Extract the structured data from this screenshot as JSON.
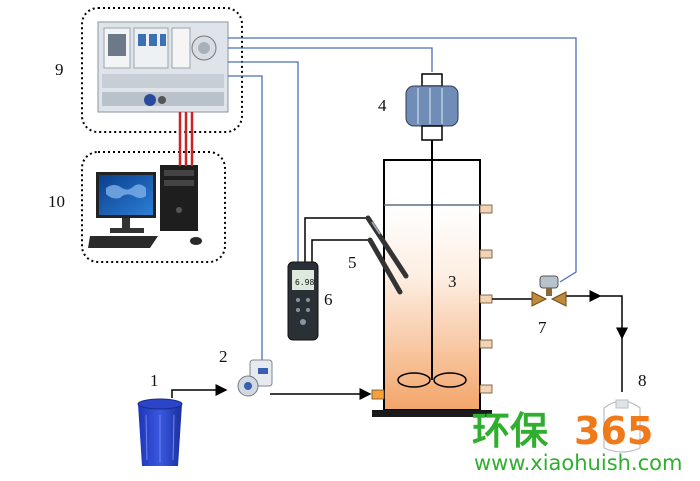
{
  "labels": {
    "l1": "1",
    "l2": "2",
    "l3": "3",
    "l4": "4",
    "l5": "5",
    "l6": "6",
    "l7": "7",
    "l8": "8",
    "l9": "9",
    "l10": "10"
  },
  "meter_display": "6.98",
  "watermark": {
    "brand_cn": "环保",
    "brand_num": "365",
    "url": "www.xiaohuish.com"
  },
  "colors": {
    "wire": "#4a6fb8",
    "cable": "#cc2222",
    "flow": "#000000",
    "liquid_top": "#fdeee2",
    "liquid_bottom": "#f3a56a",
    "watermark_green": "#2fae2f",
    "watermark_orange": "#f07a1a"
  }
}
